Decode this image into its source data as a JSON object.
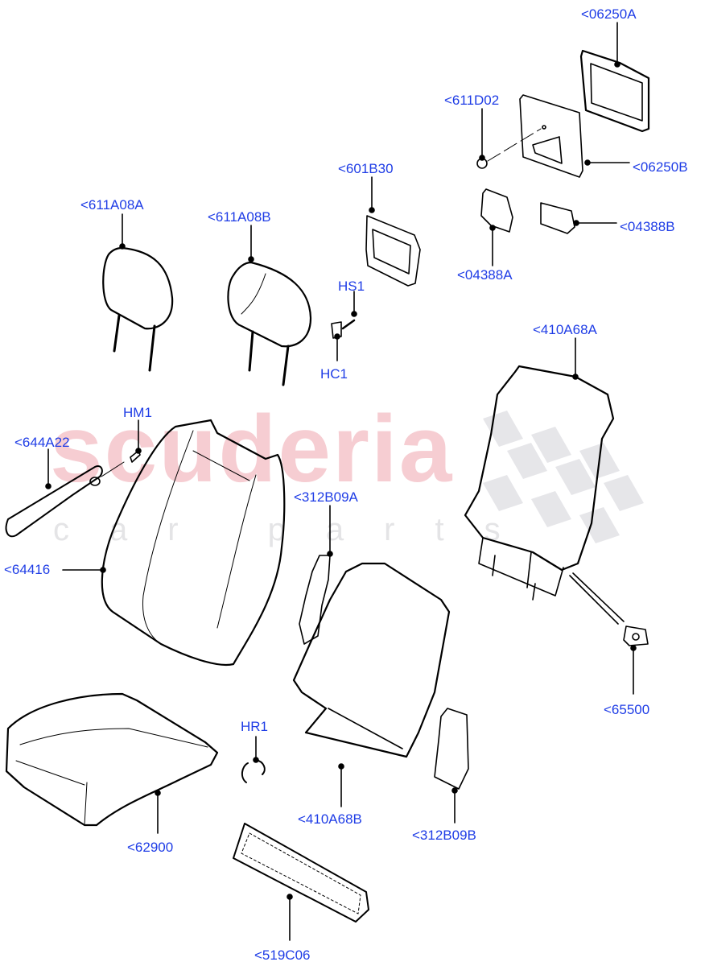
{
  "diagram": {
    "type": "exploded-parts-diagram",
    "subject": "Front seat backrest, cushion and headrest components",
    "watermark": {
      "primary": "scuderia",
      "secondary": "car parts",
      "primary_color": "#f6cdd2",
      "secondary_color": "#e4e4e6"
    },
    "label_color": "#1f3de6",
    "line_color": "#000000",
    "callouts": [
      {
        "id": "06250A",
        "text": "<06250A",
        "part": "display-frame"
      },
      {
        "id": "611D02",
        "text": "<611D02",
        "part": "grommet-ring"
      },
      {
        "id": "06250B",
        "text": "<06250B",
        "part": "rear-display-panel"
      },
      {
        "id": "601B30",
        "text": "<601B30",
        "part": "headrest-guide-bezel"
      },
      {
        "id": "04388A",
        "text": "<04388A",
        "part": "trim-cover-clip"
      },
      {
        "id": "04388B",
        "text": "<04388B",
        "part": "retaining-clip"
      },
      {
        "id": "611A08A",
        "text": "<611A08A",
        "part": "headrest-plain"
      },
      {
        "id": "611A08B",
        "text": "<611A08B",
        "part": "headrest-contoured"
      },
      {
        "id": "HS1",
        "text": "HS1",
        "part": "headrest-screw"
      },
      {
        "id": "HC1",
        "text": "HC1",
        "part": "headrest-clip"
      },
      {
        "id": "410A68A",
        "text": "<410A68A",
        "part": "backrest-frame-panel"
      },
      {
        "id": "HM1",
        "text": "HM1",
        "part": "mounting-bolt"
      },
      {
        "id": "644A22",
        "text": "<644A22",
        "part": "armrest"
      },
      {
        "id": "64416",
        "text": "<64416",
        "part": "backrest-cover"
      },
      {
        "id": "312B09A",
        "text": "<312B09A",
        "part": "side-trim-left"
      },
      {
        "id": "65500",
        "text": "<65500",
        "part": "switch-module"
      },
      {
        "id": "HR1",
        "text": "HR1",
        "part": "hog-ring"
      },
      {
        "id": "410A68B",
        "text": "<410A68B",
        "part": "backrest-rear-panel"
      },
      {
        "id": "312B09B",
        "text": "<312B09B",
        "part": "side-trim-right"
      },
      {
        "id": "62900",
        "text": "<62900",
        "part": "seat-cushion-cover"
      },
      {
        "id": "519C06",
        "text": "<519C06",
        "part": "ventilation-mesh"
      }
    ]
  }
}
